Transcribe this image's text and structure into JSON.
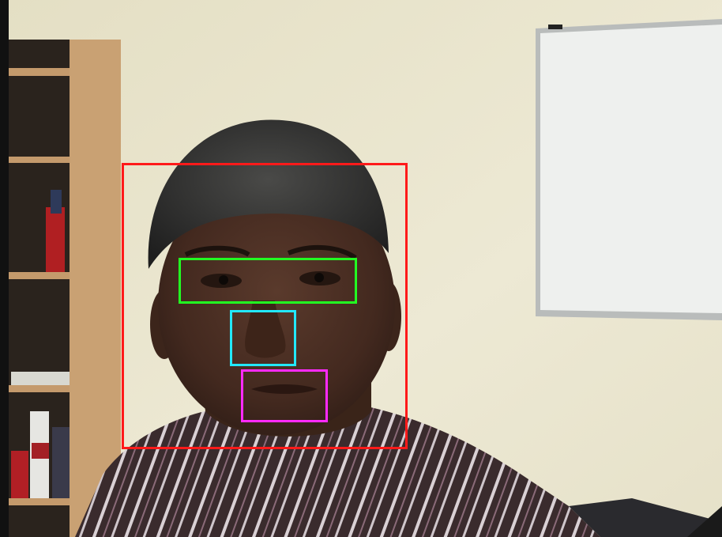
{
  "detections": [
    {
      "id": "face",
      "color": "#ff1a1a"
    },
    {
      "id": "eyes",
      "color": "#22ff22"
    },
    {
      "id": "nose",
      "color": "#22e8ff"
    },
    {
      "id": "mouth",
      "color": "#ff2aff"
    }
  ],
  "palette": {
    "wall": "#e9e5cf",
    "shelf_wood": "#c49a6c",
    "whiteboard": "#eef0ee",
    "skin": "#4a2e22",
    "hair": "#2a2a2a",
    "shirt": "#3a2a2c"
  }
}
